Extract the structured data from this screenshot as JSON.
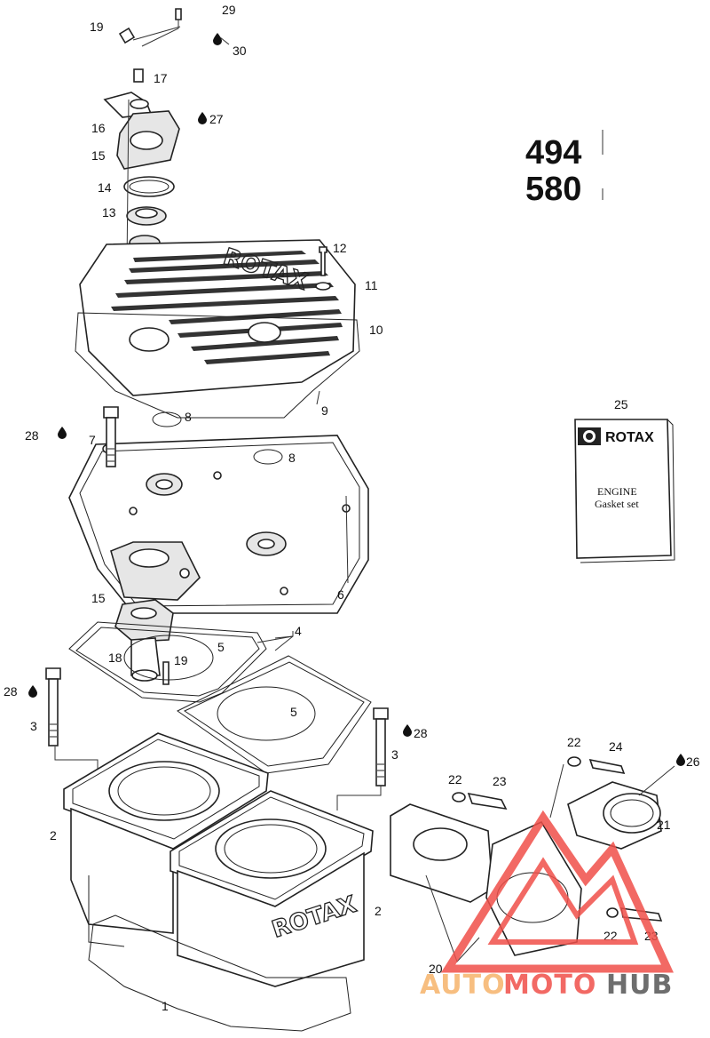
{
  "models": [
    "494",
    "580"
  ],
  "callouts": {
    "c1": "1",
    "c2a": "2",
    "c2b": "2",
    "c3a": "3",
    "c3b": "3",
    "c4": "4",
    "c5a": "5",
    "c5b": "5",
    "c6": "6",
    "c7": "7",
    "c8a": "8",
    "c8b": "8",
    "c9": "9",
    "c10": "10",
    "c11": "11",
    "c12": "12",
    "c13": "13",
    "c14": "14",
    "c15a": "15",
    "c15b": "15",
    "c16": "16",
    "c17": "17",
    "c18": "18",
    "c19a": "19",
    "c19b": "19",
    "c20": "20",
    "c21": "21",
    "c22a": "22",
    "c22b": "22",
    "c22c": "22",
    "c23a": "23",
    "c23b": "23",
    "c24": "24",
    "c25": "25",
    "c26": "26",
    "c27": "27",
    "c28a": "28",
    "c28b": "28",
    "c28c": "28",
    "c29": "29",
    "c30": "30"
  },
  "gasket_kit": {
    "brand": "ROTAX",
    "line1": "ENGINE",
    "line2": "Gasket set"
  },
  "embossed": {
    "head_cover": "ROTAX",
    "cylinder": "ROTAX"
  },
  "watermark": {
    "part1": "AUTO",
    "part2": "MOTO",
    "part3": "HUB",
    "color_accent": "#f0504a",
    "color_light": "#f6b36a",
    "color_dark": "#555555"
  }
}
